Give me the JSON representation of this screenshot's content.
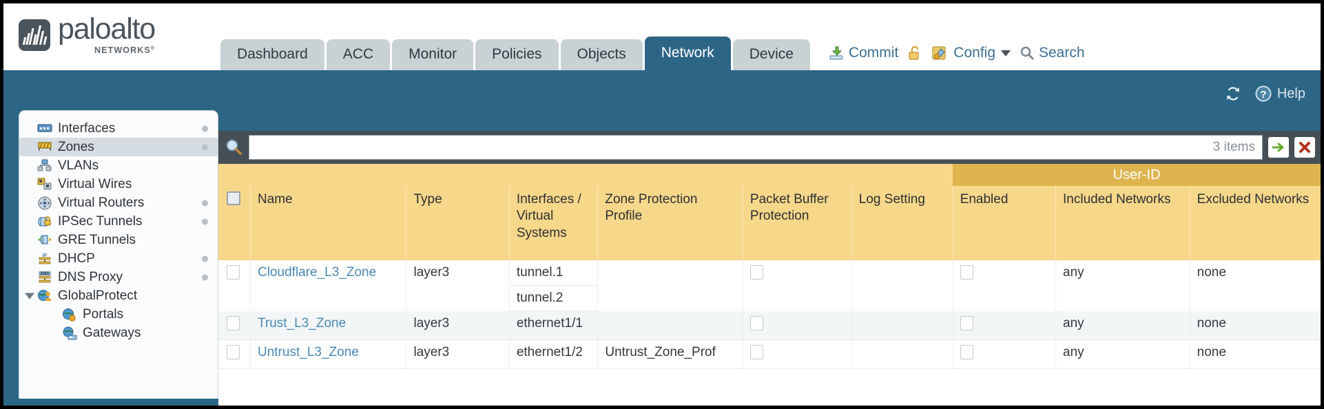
{
  "brand": {
    "name": "paloalto",
    "tagline": "NETWORKS",
    "registered": "®"
  },
  "nav_tabs": [
    {
      "label": "Dashboard",
      "active": false
    },
    {
      "label": "ACC",
      "active": false
    },
    {
      "label": "Monitor",
      "active": false
    },
    {
      "label": "Policies",
      "active": false
    },
    {
      "label": "Objects",
      "active": false
    },
    {
      "label": "Network",
      "active": true
    },
    {
      "label": "Device",
      "active": false
    }
  ],
  "header_actions": {
    "commit": "Commit",
    "config": "Config",
    "search": "Search"
  },
  "blue_bar": {
    "help": "Help"
  },
  "sidebar": {
    "items": [
      {
        "label": "Interfaces",
        "icon": "interfaces-icon",
        "selected": false,
        "dot": true,
        "child": false,
        "expander": false
      },
      {
        "label": "Zones",
        "icon": "zones-icon",
        "selected": true,
        "dot": true,
        "child": false,
        "expander": false
      },
      {
        "label": "VLANs",
        "icon": "vlans-icon",
        "selected": false,
        "dot": false,
        "child": false,
        "expander": false
      },
      {
        "label": "Virtual Wires",
        "icon": "virtual-wires-icon",
        "selected": false,
        "dot": false,
        "child": false,
        "expander": false
      },
      {
        "label": "Virtual Routers",
        "icon": "virtual-routers-icon",
        "selected": false,
        "dot": true,
        "child": false,
        "expander": false
      },
      {
        "label": "IPSec Tunnels",
        "icon": "ipsec-tunnels-icon",
        "selected": false,
        "dot": true,
        "child": false,
        "expander": false
      },
      {
        "label": "GRE Tunnels",
        "icon": "gre-tunnels-icon",
        "selected": false,
        "dot": false,
        "child": false,
        "expander": false
      },
      {
        "label": "DHCP",
        "icon": "dhcp-icon",
        "selected": false,
        "dot": true,
        "child": false,
        "expander": false
      },
      {
        "label": "DNS Proxy",
        "icon": "dns-proxy-icon",
        "selected": false,
        "dot": true,
        "child": false,
        "expander": false
      },
      {
        "label": "GlobalProtect",
        "icon": "globalprotect-icon",
        "selected": false,
        "dot": false,
        "child": false,
        "expander": true
      },
      {
        "label": "Portals",
        "icon": "portals-icon",
        "selected": false,
        "dot": false,
        "child": true,
        "expander": false
      },
      {
        "label": "Gateways",
        "icon": "gateways-icon",
        "selected": false,
        "dot": false,
        "child": true,
        "expander": false
      }
    ]
  },
  "search": {
    "value": "",
    "placeholder": "",
    "items_count": "3 items",
    "apply_label": "→",
    "clear_label": "✕"
  },
  "table": {
    "group_header": "User-ID",
    "columns": [
      "Name",
      "Type",
      "Interfaces / Virtual Systems",
      "Zone Protection Profile",
      "Packet Buffer Protection",
      "Log Setting",
      "Enabled",
      "Included Networks",
      "Excluded Networks"
    ],
    "rows": [
      {
        "name": "Cloudflare_L3_Zone",
        "type": "layer3",
        "interfaces": [
          "tunnel.1",
          "tunnel.2"
        ],
        "zone_protection_profile": "",
        "packet_buffer_protection": false,
        "log_setting": "",
        "userid_enabled": false,
        "included_networks": "any",
        "excluded_networks": "none"
      },
      {
        "name": "Trust_L3_Zone",
        "type": "layer3",
        "interfaces": [
          "ethernet1/1"
        ],
        "zone_protection_profile": "",
        "packet_buffer_protection": false,
        "log_setting": "",
        "userid_enabled": false,
        "included_networks": "any",
        "excluded_networks": "none"
      },
      {
        "name": "Untrust_L3_Zone",
        "type": "layer3",
        "interfaces": [
          "ethernet1/2"
        ],
        "zone_protection_profile": "Untrust_Zone_Prof",
        "packet_buffer_protection": false,
        "log_setting": "",
        "userid_enabled": false,
        "included_networks": "any",
        "excluded_networks": "none"
      }
    ]
  },
  "colors": {
    "brand_slate": "#4a545c",
    "nav_blue": "#2d6586",
    "tab_inactive": "#c8d2d4",
    "header_yellow": "#f7d78a",
    "group_yellow": "#dfb44f",
    "link_blue": "#4a89b5",
    "panel_dark": "#454f55"
  }
}
